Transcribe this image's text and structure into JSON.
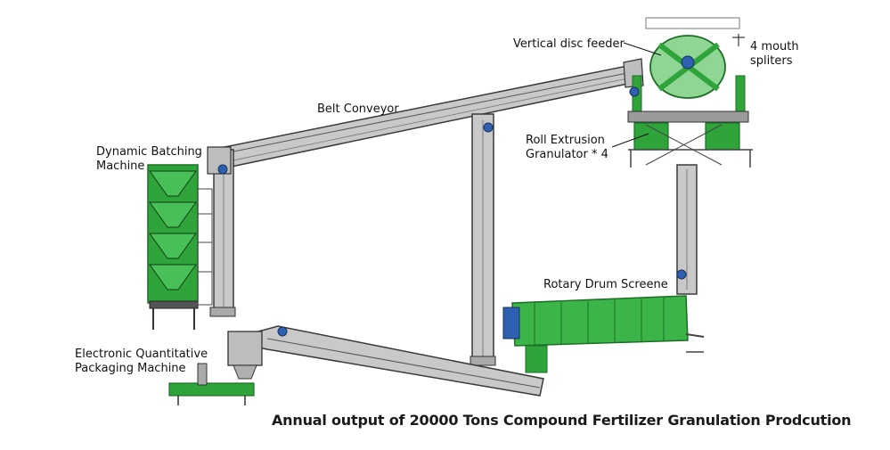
{
  "labels": {
    "vertical_disc_feeder": "Vertical disc feeder",
    "mouth_spliters_line1": "4 mouth",
    "mouth_spliters_line2": "spliters",
    "belt_conveyor": "Belt Conveyor",
    "dynamic_batching_line1": "Dynamic Batching",
    "dynamic_batching_line2": "Machine",
    "roll_extrusion_line1": "Roll Extrusion",
    "roll_extrusion_line2": "Granulator * 4",
    "rotary_drum_screene": "Rotary Drum Screene",
    "packaging_line1": "Electronic Quantitative",
    "packaging_line2": "Packaging Machine"
  },
  "caption": "Annual output of 20000 Tons Compound Fertilizer Granulation Prodcution",
  "colors": {
    "conveyor_fill": "#c9c9c9",
    "conveyor_stroke": "#3a3a3a",
    "machine_green": "#2fa43a",
    "machine_green_dark": "#1b6e24",
    "frame_gray": "#555555",
    "motor_blue": "#2f5fb0"
  }
}
